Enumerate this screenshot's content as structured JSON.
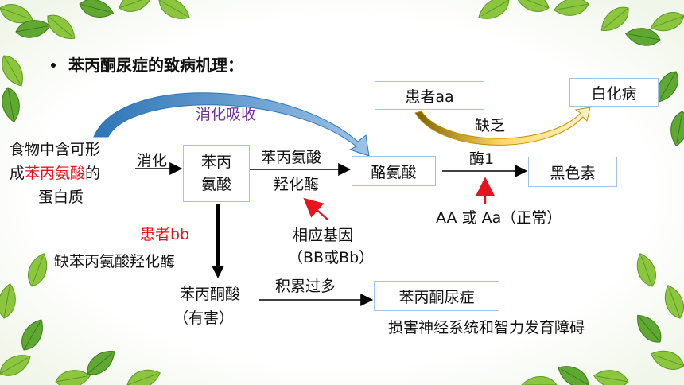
{
  "slide": {
    "title": "苯丙酮尿症的致病机理：",
    "food": {
      "line1": "食物中含可形",
      "line2_prefix": "成",
      "line2_red": "苯丙氨酸",
      "line2_suffix": "的",
      "line3": "蛋白质"
    },
    "digest_label": "消化",
    "box_phe": "苯丙\n氨酸",
    "box_phe_line1": "苯丙",
    "box_phe_line2": "氨酸",
    "enzyme_label_line1": "苯丙氨酸",
    "enzyme_label_line2": "羟化酶",
    "absorb_label": "消化吸收",
    "box_tyr": "酪氨酸",
    "enzyme1_label": "酶1",
    "box_melanin": "黑色素",
    "box_patient_aa": "患者aa",
    "box_albinism": "白化病",
    "lack_label": "缺乏",
    "genotype_normal": "AA 或 Aa（正常）",
    "gene_label_line1": "相应基因",
    "gene_label_line2": "（BB或Bb）",
    "patient_bb": "患者bb",
    "lack_enzyme": "缺苯丙氨酸羟化酶",
    "ppa_line1": "苯丙酮酸",
    "ppa_line2": "（有害）",
    "accumulate": "积累过多",
    "box_pku": "苯丙酮尿症",
    "damage": "损害神经系统和智力发育障碍"
  },
  "colors": {
    "red": "#e8141b",
    "purple": "#7030a0",
    "box_border": "#9dc3e6",
    "leaf_green": "#7cc242"
  }
}
